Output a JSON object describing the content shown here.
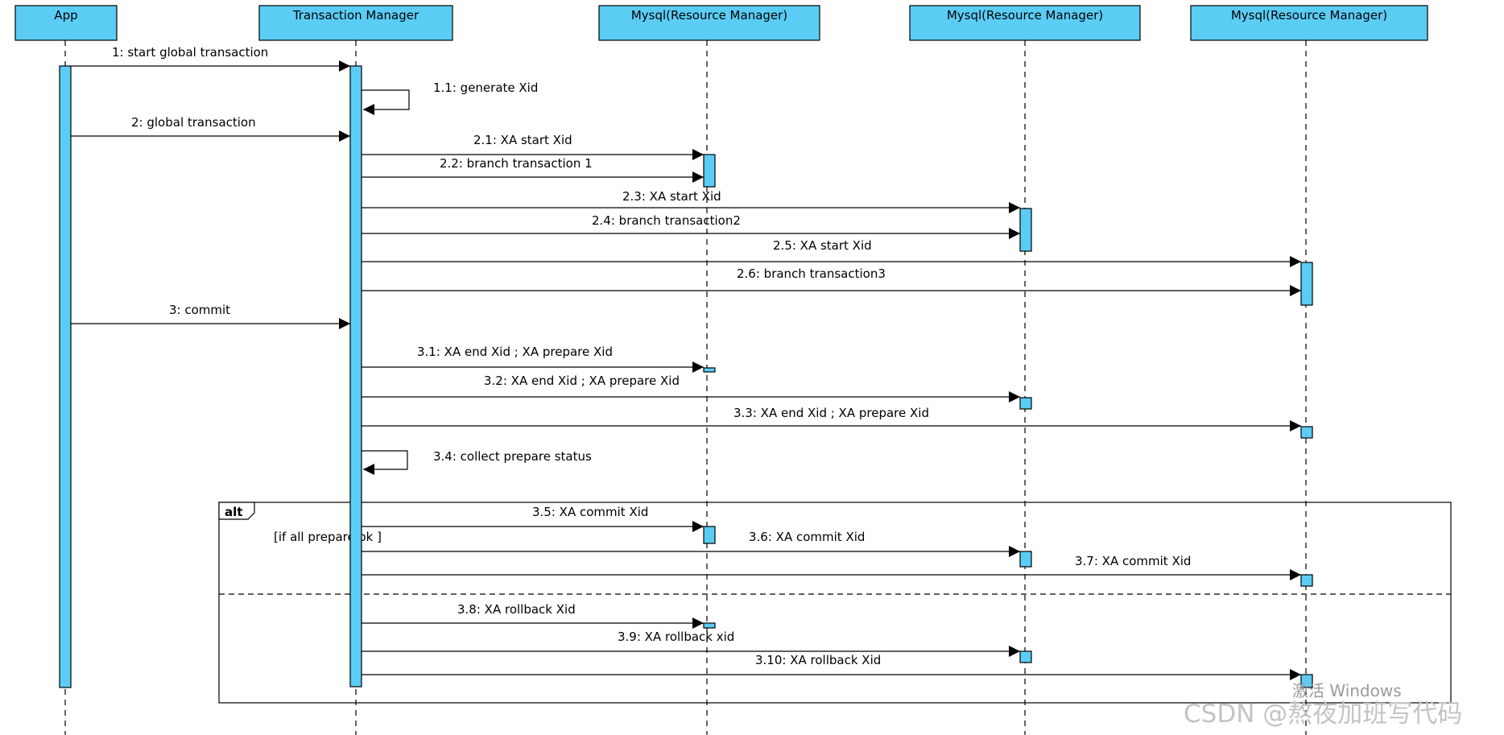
{
  "participants": [
    {
      "id": "app",
      "label": "App"
    },
    {
      "id": "tm",
      "label": "Transaction Manager"
    },
    {
      "id": "rm1",
      "label": "Mysql(Resource Manager)"
    },
    {
      "id": "rm2",
      "label": "Mysql(Resource Manager)"
    },
    {
      "id": "rm3",
      "label": "Mysql(Resource Manager)"
    }
  ],
  "messages": [
    {
      "from": "app",
      "to": "tm",
      "label": "1: start global transaction"
    },
    {
      "from": "tm",
      "to": "tm",
      "label": "1.1: generate Xid"
    },
    {
      "from": "app",
      "to": "tm",
      "label": "2: global transaction"
    },
    {
      "from": "tm",
      "to": "rm1",
      "label": "2.1: XA start Xid"
    },
    {
      "from": "tm",
      "to": "rm1",
      "label": "2.2: branch transaction 1"
    },
    {
      "from": "tm",
      "to": "rm2",
      "label": "2.3: XA start Xid"
    },
    {
      "from": "tm",
      "to": "rm2",
      "label": "2.4: branch transaction2"
    },
    {
      "from": "tm",
      "to": "rm3",
      "label": "2.5: XA start Xid"
    },
    {
      "from": "tm",
      "to": "rm3",
      "label": "2.6: branch transaction3"
    },
    {
      "from": "app",
      "to": "tm",
      "label": "3: commit"
    },
    {
      "from": "tm",
      "to": "rm1",
      "label": "3.1: XA end Xid ; XA prepare Xid"
    },
    {
      "from": "tm",
      "to": "rm2",
      "label": "3.2: XA end Xid ; XA prepare Xid"
    },
    {
      "from": "tm",
      "to": "rm3",
      "label": "3.3: XA end Xid ; XA prepare Xid"
    },
    {
      "from": "tm",
      "to": "tm",
      "label": "3.4: collect prepare status"
    },
    {
      "from": "tm",
      "to": "rm1",
      "label": "3.5: XA commit Xid"
    },
    {
      "from": "tm",
      "to": "rm2",
      "label": "3.6: XA commit Xid"
    },
    {
      "from": "tm",
      "to": "rm3",
      "label": "3.7: XA commit Xid"
    },
    {
      "from": "tm",
      "to": "rm1",
      "label": "3.8: XA rollback Xid"
    },
    {
      "from": "tm",
      "to": "rm2",
      "label": "3.9: XA rollback xid"
    },
    {
      "from": "tm",
      "to": "rm3",
      "label": "3.10: XA rollback Xid"
    }
  ],
  "fragment": {
    "operator": "alt",
    "guard": "[if all prepare ok ]"
  },
  "watermark": {
    "activate": "激活 Windows",
    "source": "CSDN @熬夜加班写代码"
  },
  "colors": {
    "participant_fill": "#5bcdf5",
    "line": "#000000",
    "background": "#ffffff"
  }
}
